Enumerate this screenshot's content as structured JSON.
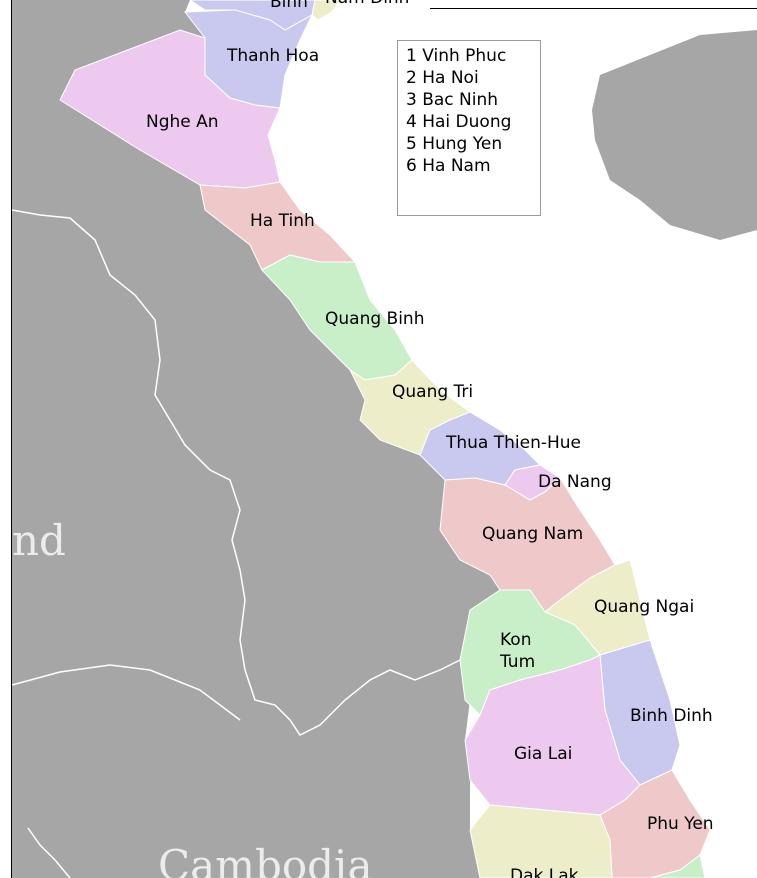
{
  "map": {
    "colors": {
      "land_foreign": "#a6a6a6",
      "sea": "#ffffff",
      "pink": "#efc9c9",
      "violet": "#edc9ef",
      "green": "#c9efc9",
      "cream": "#ededc9",
      "blue": "#c9c9ef"
    },
    "countries": {
      "laos_thailand_fragment": "nd",
      "cambodia": "Cambodia"
    },
    "legend": [
      "1 Vinh Phuc",
      "2 Ha Noi",
      "3 Bac Ninh",
      "4 Hai Duong",
      "5 Hung Yen",
      "6 Ha Nam"
    ],
    "provinces": {
      "binh_top": "Binh",
      "nam_dinh_top": "Nam Dinh",
      "thanh_hoa": "Thanh Hoa",
      "nghe_an": "Nghe An",
      "ha_tinh": "Ha Tinh",
      "quang_binh": "Quang Binh",
      "quang_tri": "Quang Tri",
      "thua_thien_hue": "Thua Thien-Hue",
      "da_nang": "Da Nang",
      "quang_nam": "Quang Nam",
      "quang_ngai": "Quang Ngai",
      "kon_tum_1": "Kon",
      "kon_tum_2": "Tum",
      "binh_dinh": "Binh Dinh",
      "gia_lai": "Gia Lai",
      "phu_yen": "Phu Yen",
      "dak_lak": "Dak Lak"
    }
  }
}
